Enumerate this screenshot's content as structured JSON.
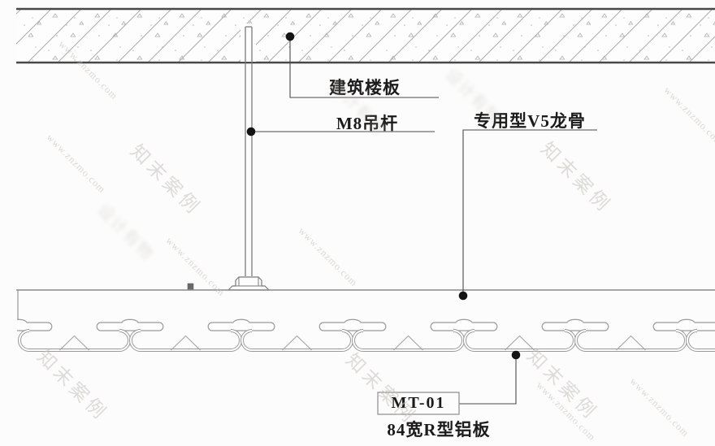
{
  "drawing": {
    "labels": {
      "slab": "建筑楼板",
      "hanger_rod": "M8吊杆",
      "keel": "专用型V5龙骨",
      "panel_code": "MT-01",
      "panel_type": "84宽R型铝板"
    },
    "watermarks": {
      "brand": "知末案例",
      "url": "www.znzmo.com",
      "stamp": "设计有物"
    },
    "colors": {
      "slab_border": "#484848",
      "profile_line": "#9a9a9a",
      "leader_line": "#4a4a4a",
      "text": "#1b1b1b",
      "watermark": "#c6c1ba"
    }
  }
}
